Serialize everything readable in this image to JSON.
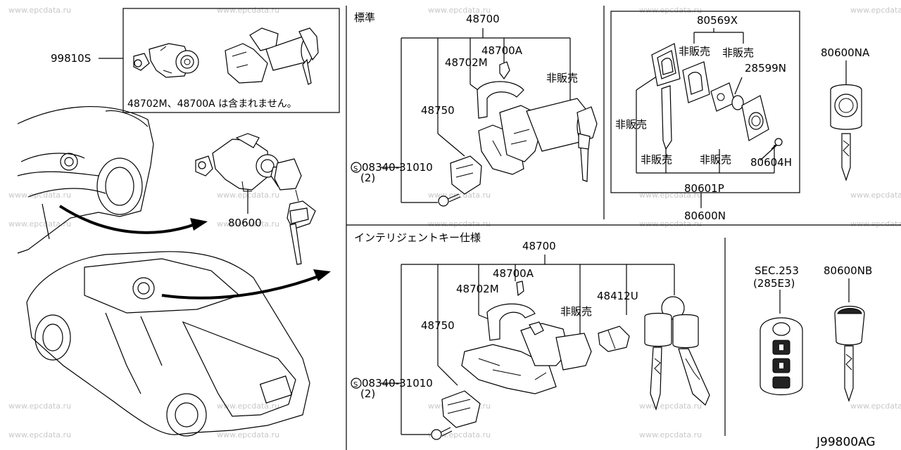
{
  "watermark": "www.epcdata.ru",
  "sections": {
    "standard": "標準",
    "intelligent_key": "インテリジェントキー仕様"
  },
  "note": "48702M、48700A は含まれません。",
  "parts": {
    "kit": "99810S",
    "lock_set": "80600",
    "std_assy": "48700",
    "std_48700a": "48700A",
    "std_48702m": "48702M",
    "std_48750": "48750",
    "std_bolt": "08340-31010",
    "std_bolt_qty": "(2)",
    "std_not_sold": "非販売",
    "remote_set": "80569X",
    "rem_not_sold_1": "非販売",
    "rem_not_sold_2": "非販売",
    "rem_28599n": "28599N",
    "rem_not_sold_3": "非販売",
    "rem_80604h": "80604H",
    "rem_not_sold_4": "非販売",
    "rem_not_sold_5": "非販売",
    "rem_80601p": "80601P",
    "rem_80600n": "80600N",
    "key_blank_a": "80600NA",
    "ik_assy": "48700",
    "ik_48700a": "48700A",
    "ik_48702m": "48702M",
    "ik_not_sold": "非販売",
    "ik_48412u": "48412U",
    "ik_48750": "48750",
    "ik_bolt": "08340-31010",
    "ik_bolt_qty": "(2)",
    "sec_ref": "SEC.253",
    "sec_sub": "(285E3)",
    "key_blank_b": "80600NB"
  },
  "figure_id": "J99800AG",
  "icons": [
    "car-sedan",
    "door-lock",
    "ignition-lock",
    "key",
    "fob",
    "bolt"
  ]
}
